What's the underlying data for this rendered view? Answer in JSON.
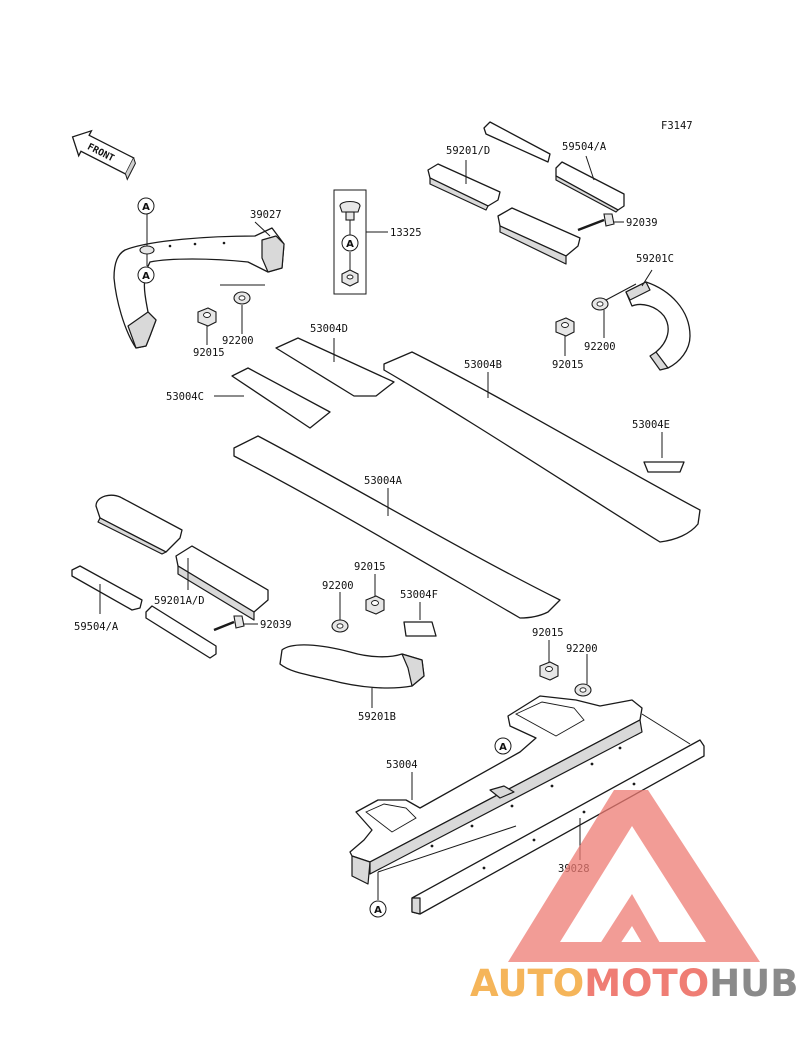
{
  "figure_code": "F3147",
  "front_label": "FRONT",
  "ref_marker": "A",
  "parts": [
    {
      "id": "p-39027",
      "label": "39027"
    },
    {
      "id": "p-13325",
      "label": "13325"
    },
    {
      "id": "p-59201D",
      "label": "59201/D"
    },
    {
      "id": "p-59504A-top",
      "label": "59504/A"
    },
    {
      "id": "p-92039-top",
      "label": "92039"
    },
    {
      "id": "p-59201C",
      "label": "59201C"
    },
    {
      "id": "p-92200-l",
      "label": "92200"
    },
    {
      "id": "p-92015-l",
      "label": "92015"
    },
    {
      "id": "p-53004D",
      "label": "53004D"
    },
    {
      "id": "p-53004C",
      "label": "53004C"
    },
    {
      "id": "p-53004B",
      "label": "53004B"
    },
    {
      "id": "p-92015-r",
      "label": "92015"
    },
    {
      "id": "p-92200-r",
      "label": "92200"
    },
    {
      "id": "p-53004E",
      "label": "53004E"
    },
    {
      "id": "p-53004A",
      "label": "53004A"
    },
    {
      "id": "p-92015-m",
      "label": "92015"
    },
    {
      "id": "p-92200-m",
      "label": "92200"
    },
    {
      "id": "p-53004F",
      "label": "53004F"
    },
    {
      "id": "p-59201AD",
      "label": "59201A/D"
    },
    {
      "id": "p-59504A-bot",
      "label": "59504/A"
    },
    {
      "id": "p-92039-bot",
      "label": "92039"
    },
    {
      "id": "p-59201B",
      "label": "59201B"
    },
    {
      "id": "p-92015-b",
      "label": "92015"
    },
    {
      "id": "p-92200-b",
      "label": "92200"
    },
    {
      "id": "p-53004",
      "label": "53004"
    },
    {
      "id": "p-39028",
      "label": "39028"
    }
  ],
  "watermark": {
    "part1": "AUTO",
    "part2": "MOTO",
    "part3": "HUB",
    "color1": "#f5b55a",
    "color2": "#ef7d74",
    "color3": "#8a8a8a",
    "logo_color": "#ee7b73"
  }
}
